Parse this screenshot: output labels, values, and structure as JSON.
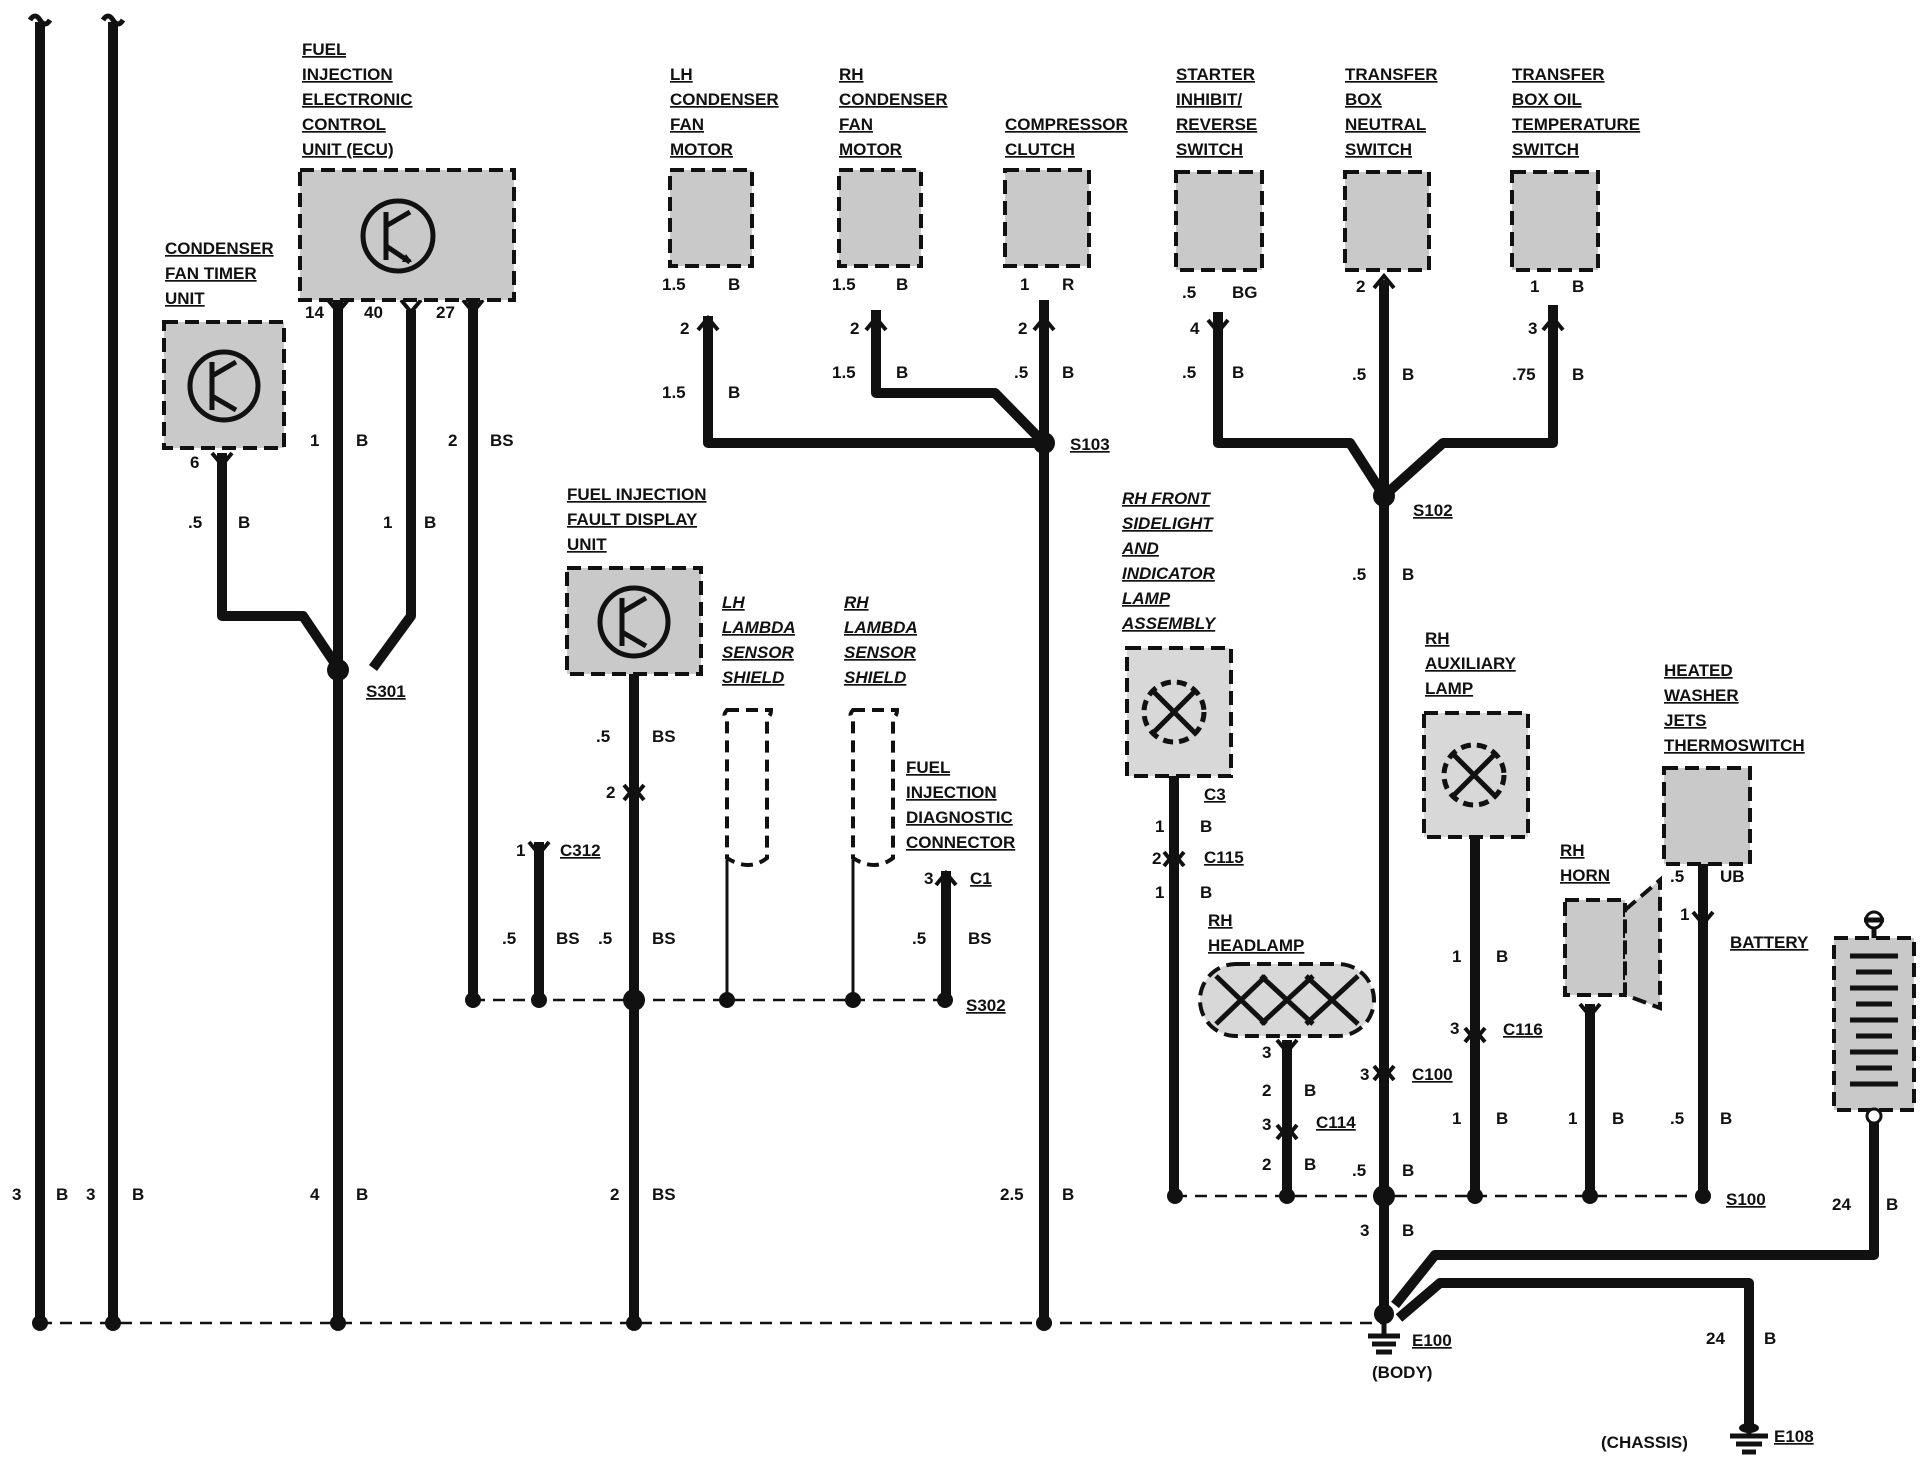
{
  "components": {
    "ecu": [
      "FUEL",
      "INJECTION",
      "ELECTRONIC",
      "CONTROL",
      "UNIT (ECU)"
    ],
    "timer": [
      "CONDENSER",
      "FAN TIMER",
      "UNIT"
    ],
    "lh_fan": [
      "LH",
      "CONDENSER",
      "FAN",
      "MOTOR"
    ],
    "rh_fan": [
      "RH",
      "CONDENSER",
      "FAN",
      "MOTOR"
    ],
    "clutch": [
      "COMPRESSOR",
      "CLUTCH"
    ],
    "starter": [
      "STARTER",
      "INHIBIT/",
      "REVERSE",
      "SWITCH"
    ],
    "neutral": [
      "TRANSFER",
      "BOX",
      "NEUTRAL",
      "SWITCH"
    ],
    "oiltemp": [
      "TRANSFER",
      "BOX OIL",
      "TEMPERATURE",
      "SWITCH"
    ],
    "fault": [
      "FUEL INJECTION",
      "FAULT DISPLAY",
      "UNIT"
    ],
    "lh_lambda": [
      "LH",
      "LAMBDA",
      "SENSOR",
      "SHIELD"
    ],
    "rh_lambda": [
      "RH",
      "LAMBDA",
      "SENSOR",
      "SHIELD"
    ],
    "diag": [
      "FUEL",
      "INJECTION",
      "DIAGNOSTIC",
      "CONNECTOR"
    ],
    "sidelight": [
      "RH FRONT",
      "SIDELIGHT",
      "AND",
      "INDICATOR",
      "LAMP",
      "ASSEMBLY"
    ],
    "aux": [
      "RH",
      "AUXILIARY",
      "LAMP"
    ],
    "washer": [
      "HEATED",
      "WASHER",
      "JETS",
      "THERMOSWITCH"
    ],
    "horn": [
      "RH",
      "HORN"
    ],
    "headlamp": [
      "RH",
      "HEADLAMP"
    ],
    "battery": [
      "BATTERY"
    ]
  },
  "splices": {
    "s301": "S301",
    "s103": "S103",
    "s102": "S102",
    "s302": "S302",
    "s100": "S100",
    "e100": "E100",
    "e108": "E108"
  },
  "grounds": {
    "body": "(BODY)",
    "chassis": "(CHASSIS)"
  },
  "connectors": {
    "c312": "C312",
    "c1": "C1",
    "c3": "C3",
    "c115": "C115",
    "c116": "C116",
    "c114": "C114",
    "c100": "C100"
  },
  "labels": [
    "3",
    "B",
    "3",
    "B",
    "14",
    "40",
    "27",
    "6",
    "1",
    "B",
    "2",
    "BS",
    ".5",
    "B",
    "1",
    "B",
    "4",
    "B",
    "1.5",
    "B",
    "2",
    "1.5",
    "B",
    "1.5",
    "B",
    "2",
    "1.5",
    "B",
    "1",
    "R",
    "2",
    ".5",
    "B",
    "2.5",
    "B",
    ".5",
    "BG",
    "4",
    ".5",
    "B",
    "2",
    ".5",
    "B",
    ".5",
    "B",
    ".5",
    "B",
    "3",
    "B",
    "1",
    "B",
    "3",
    ".75",
    "B",
    ".5",
    "BS",
    "2",
    "2",
    "BS",
    "1",
    ".5",
    "BS",
    ".5",
    "BS",
    "3",
    ".5",
    "BS",
    "1",
    "B",
    "2",
    "1",
    "B",
    "3",
    "2",
    "B",
    "3",
    "2",
    "B",
    "3",
    "1",
    "B",
    "1",
    "B",
    "3",
    "1",
    "B",
    "1",
    "B",
    ".5",
    "UB",
    "1",
    ".5",
    "B",
    "24",
    "B",
    "24",
    "B"
  ]
}
